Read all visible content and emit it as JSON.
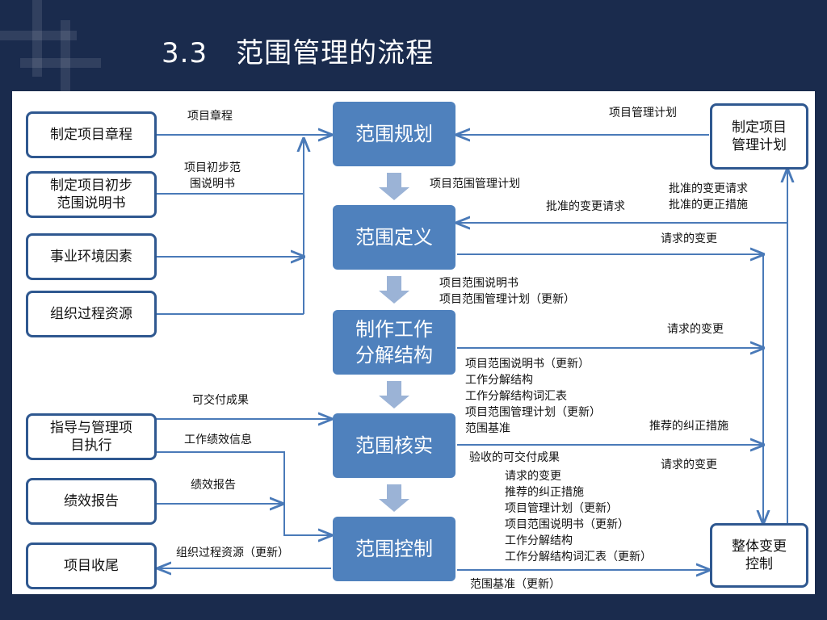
{
  "title": "3.3　范围管理的流程",
  "left_inputs": [
    {
      "id": "charter",
      "label": "制定项目章程"
    },
    {
      "id": "prelim",
      "label": "制定项目初步\n范围说明书"
    },
    {
      "id": "env",
      "label": "事业环境因素"
    },
    {
      "id": "orgassets",
      "label": "组织过程资源"
    },
    {
      "id": "direct",
      "label": "指导与管理项\n目执行"
    },
    {
      "id": "perfreport",
      "label": "绩效报告"
    },
    {
      "id": "closeout",
      "label": "项目收尾"
    }
  ],
  "processes": [
    {
      "id": "planning",
      "label": "范围规划"
    },
    {
      "id": "definition",
      "label": "范围定义"
    },
    {
      "id": "wbs",
      "label": "制作工作\n分解结构"
    },
    {
      "id": "verification",
      "label": "范围核实"
    },
    {
      "id": "control",
      "label": "范围控制"
    }
  ],
  "right_boxes": [
    {
      "id": "pmplan",
      "label": "制定项目\n管理计划"
    },
    {
      "id": "icc",
      "label": "整体变更\n控制"
    }
  ],
  "labels": {
    "charter": "项目章程",
    "prelim_scope": "项目初步范\n围说明书",
    "pm_plan": "项目管理计划",
    "scope_mgmt_plan": "项目范围管理计划",
    "approved_change_req": "批准的变更请求",
    "approved_req_fix": "批准的变更请求\n批准的更正措施",
    "requested_changes_1": "请求的变更",
    "scope_stmt_block": "项目范围说明书\n项目范围管理计划（更新）",
    "requested_changes_2": "请求的变更",
    "wbs_outputs": "项目范围说明书（更新）\n工作分解结构\n工作分解结构词汇表\n项目范围管理计划（更新）\n范围基准",
    "deliverables": "可交付成果",
    "work_perf_info": "工作绩效信息",
    "recommended_fix": "推荐的纠正措施",
    "accepted_deliverables": "验收的可交付成果",
    "requested_changes_3": "请求的变更",
    "perf_report": "绩效报告",
    "control_outputs": "请求的变更\n推荐的纠正措施\n项目管理计划（更新）\n项目范围说明书（更新）\n工作分解结构\n工作分解结构词汇表（更新）",
    "org_assets_update": "组织过程资源（更新）",
    "baseline_update": "范围基准（更新）"
  },
  "colors": {
    "background": "#1a2b4d",
    "process_fill": "#4f81bd",
    "arrow": "#4a7ab8",
    "box_border": "#2f5890",
    "down_arrow": "#9bb3d6"
  }
}
